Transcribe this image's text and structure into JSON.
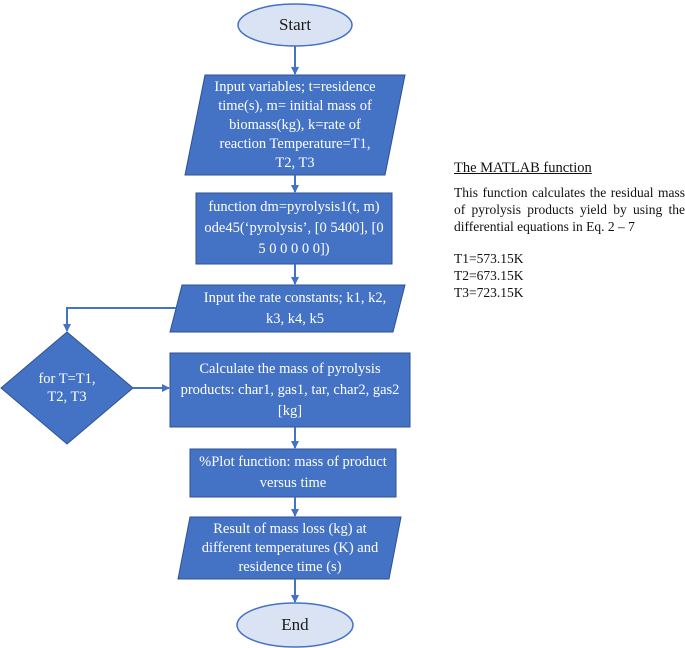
{
  "flowchart": {
    "start": "Start",
    "end": "End",
    "input_variables": "Input variables; t=residence time(s), m= initial mass of biomass(kg), k=rate of reaction Temperature=T1, T2, T3",
    "function_step": "function dm=pyrolysis1(t, m) ode45(‘pyrolysis’, [0 5400], [0 5 0 0 0 0 0])",
    "rate_constants": "Input the rate constants; k1, k2, k3, k4, k5",
    "loop_condition": "for T=T1, T2, T3",
    "calculate_step": "Calculate the mass of pyrolysis products: char1, gas1, tar, char2, gas2 [kg]",
    "plot_step": "%Plot function: mass of product versus time",
    "result_step": "Result of mass loss (kg) at different temperatures (K) and residence time (s)"
  },
  "side_panel": {
    "title": "The MATLAB function",
    "description": "This function calculates the residual mass of pyrolysis products yield by using the differential equations in Eq. 2 – 7",
    "temperatures": [
      "T1=573.15K",
      "T2=673.15K",
      "T3=723.15K"
    ]
  },
  "colors": {
    "shape_fill": "#4472c4",
    "shape_stroke": "#2f528f",
    "terminal_fill": "#dae3f3",
    "connector": "#4472c4"
  }
}
